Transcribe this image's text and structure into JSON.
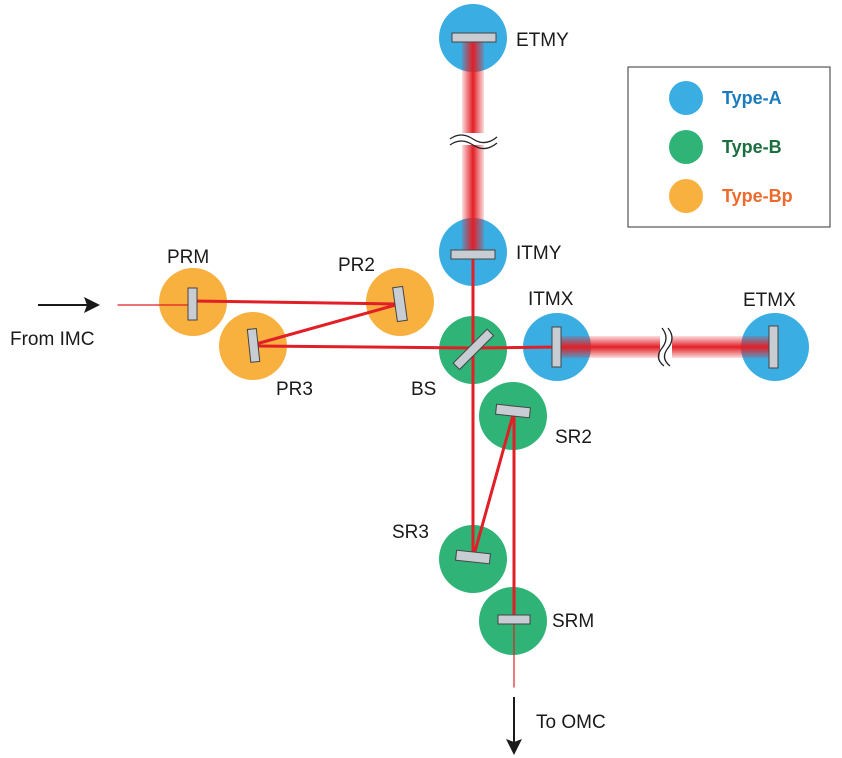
{
  "legend": {
    "items": [
      {
        "label": "Type-A",
        "color": "#3aaee2",
        "text_color": "#1a7bbf"
      },
      {
        "label": "Type-B",
        "color": "#2fb377",
        "text_color": "#1b6e3f"
      },
      {
        "label": "Type-Bp",
        "color": "#f8b03f",
        "text_color": "#ee6a2a"
      }
    ]
  },
  "labels": {
    "etmy": "ETMY",
    "itmy": "ITMY",
    "itmx": "ITMX",
    "etmx": "ETMX",
    "prm": "PRM",
    "pr2": "PR2",
    "pr3": "PR3",
    "bs": "BS",
    "sr2": "SR2",
    "sr3": "SR3",
    "srm": "SRM",
    "from_imc": "From IMC",
    "to_omc": "To OMC"
  },
  "colors": {
    "beam": "#e21f26",
    "mirror": "#c8cdd3",
    "mirror_edge": "#444444"
  }
}
